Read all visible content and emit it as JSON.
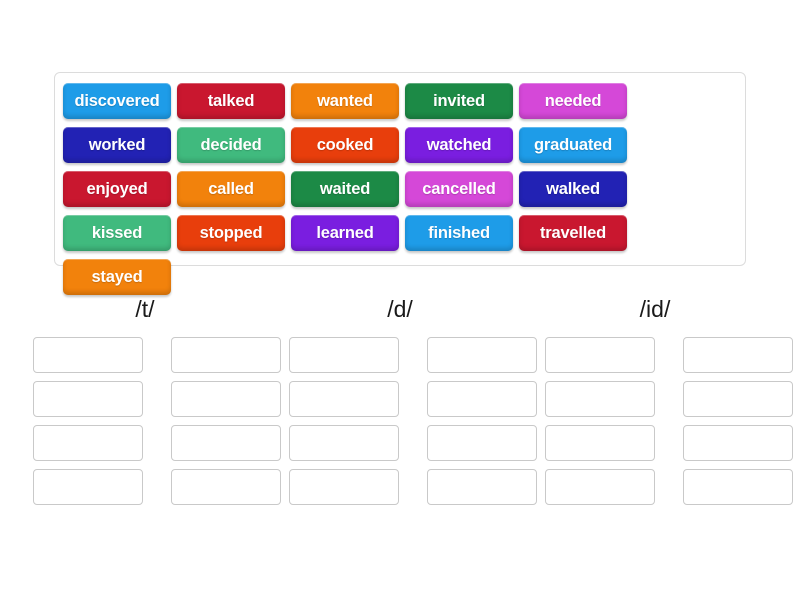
{
  "word_bank": {
    "name": "word-bank",
    "tiles": [
      {
        "label": "discovered",
        "color": "#1e9ce8"
      },
      {
        "label": "talked",
        "color": "#c9172f"
      },
      {
        "label": "wanted",
        "color": "#f2820c"
      },
      {
        "label": "invited",
        "color": "#1c8a46"
      },
      {
        "label": "needed",
        "color": "#d548d8"
      },
      {
        "label": "worked",
        "color": "#2222b4"
      },
      {
        "label": "decided",
        "color": "#40ba7e"
      },
      {
        "label": "cooked",
        "color": "#e83e0c"
      },
      {
        "label": "watched",
        "color": "#7a1ee0"
      },
      {
        "label": "graduated",
        "color": "#1e9ce8"
      },
      {
        "label": "enjoyed",
        "color": "#c9172f"
      },
      {
        "label": "called",
        "color": "#f2820c"
      },
      {
        "label": "waited",
        "color": "#1c8a46"
      },
      {
        "label": "cancelled",
        "color": "#d548d8"
      },
      {
        "label": "walked",
        "color": "#2222b4"
      },
      {
        "label": "kissed",
        "color": "#40ba7e"
      },
      {
        "label": "stopped",
        "color": "#e83e0c"
      },
      {
        "label": "learned",
        "color": "#7a1ee0"
      },
      {
        "label": "finished",
        "color": "#1e9ce8"
      },
      {
        "label": "travelled",
        "color": "#c9172f"
      },
      {
        "label": "stayed",
        "color": "#f2820c"
      }
    ]
  },
  "categories": [
    {
      "label": "/t/",
      "slot_count": 8
    },
    {
      "label": "/d/",
      "slot_count": 8
    },
    {
      "label": "/id/",
      "slot_count": 8
    }
  ]
}
